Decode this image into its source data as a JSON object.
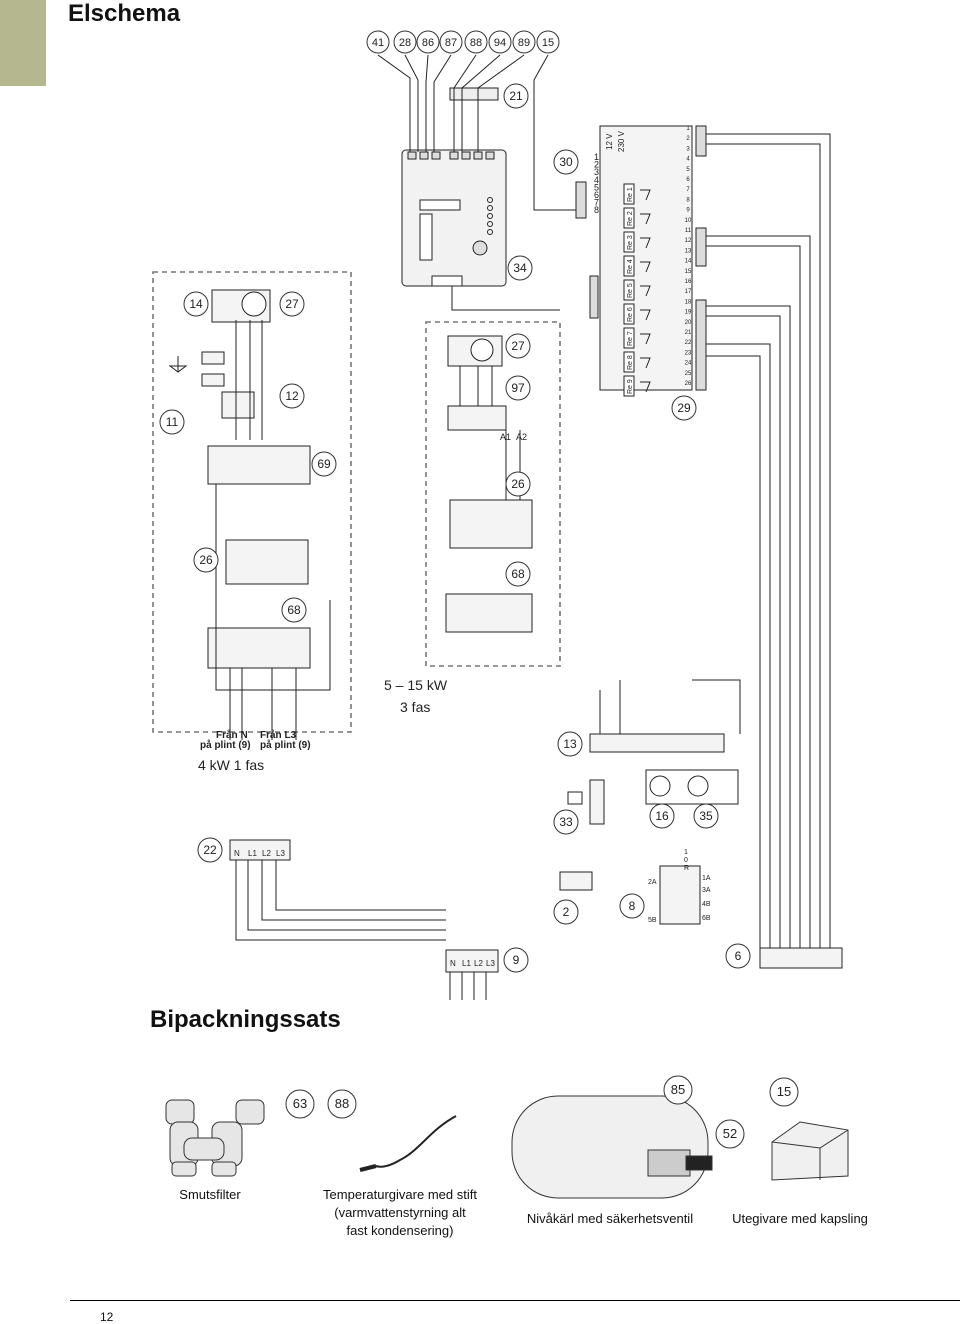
{
  "title": "Elschema",
  "accessories_title": "Bipackningssats",
  "page_number": "12",
  "top_callouts": [
    "41",
    "28",
    "86",
    "87",
    "88",
    "94",
    "89",
    "15"
  ],
  "callouts": {
    "c21": "21",
    "c30": "30",
    "c34": "34",
    "c14": "14",
    "c27a": "27",
    "c27b": "27",
    "c12": "12",
    "c11": "11",
    "c97": "97",
    "c29": "29",
    "c69": "69",
    "c26a": "26",
    "c26b": "26",
    "c68a": "68",
    "c68b": "68",
    "c13": "13",
    "c33": "33",
    "c16": "16",
    "c35": "35",
    "c22": "22",
    "c2": "2",
    "c8": "8",
    "c9": "9",
    "c6": "6"
  },
  "labels": {
    "power_3phase": "5 – 15 kW",
    "phase_3": "3 fas",
    "from_n": "Från N",
    "from_n_sub": "på plint (9)",
    "from_l3": "Från L3",
    "from_l3_sub": "på plint (9)",
    "power_1phase": "4 kW 1 fas",
    "v12": "12 V",
    "v230": "230 V",
    "a1": "A1",
    "a2": "A2"
  },
  "relays": [
    "Re 1",
    "Re 2",
    "Re 3",
    "Re 4",
    "Re 5",
    "Re 6",
    "Re 7",
    "Re 8",
    "Re 9"
  ],
  "terminal_numbers": [
    "1",
    "2",
    "3",
    "4",
    "5",
    "6",
    "7",
    "8",
    "9",
    "10",
    "11",
    "12",
    "13",
    "14",
    "15",
    "16",
    "17",
    "18",
    "19",
    "20",
    "21",
    "22",
    "23",
    "24",
    "25",
    "26"
  ],
  "connector_30_pins": [
    "1",
    "2",
    "3",
    "4",
    "5",
    "6",
    "7",
    "8"
  ],
  "terminal_9_labels": [
    "N",
    "L1",
    "L2",
    "L3"
  ],
  "terminal_22_labels": [
    "N",
    "L1",
    "L2",
    "L3"
  ],
  "switch_8_labels": [
    "1",
    "0",
    "R",
    "1A",
    "3A",
    "2A",
    "4B",
    "5B",
    "6B"
  ],
  "accessory_callouts": [
    "63",
    "88",
    "85",
    "52",
    "15"
  ],
  "accessories": {
    "filter": "Smutsfilter",
    "sensor_line1": "Temperaturgivare med stift",
    "sensor_line2": "(varmvattenstyrning alt",
    "sensor_line3": "fast kondensering)",
    "tank": "Nivåkärl med säkerhetsventil",
    "outdoor": "Utegivare med kapsling"
  }
}
